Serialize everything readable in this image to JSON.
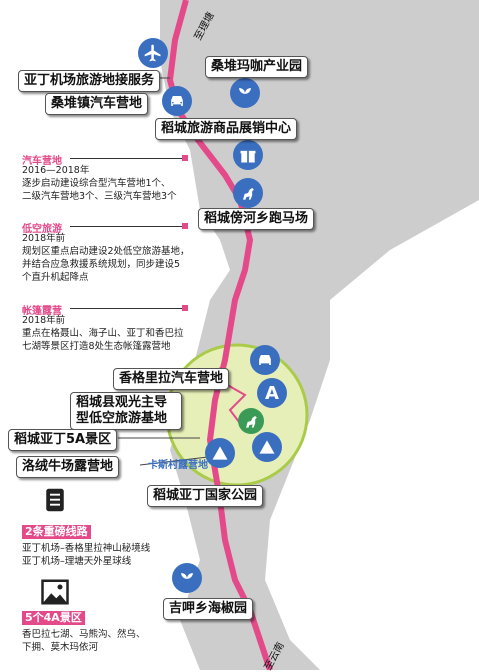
{
  "roads": {
    "north": "至理塘",
    "south": "至云南"
  },
  "places": {
    "airport_service": "亚丁机场旅游地接服务",
    "sangdui_camp": "桑堆镇汽车营地",
    "sangdui_coffee": "桑堆玛咖产业园",
    "daocheng_shop": "稻城旅游商品展销中心",
    "horse_track": "稻城傍河乡跑马场",
    "shangri_camp": "香格里拉汽车营地",
    "low_alt_base": "稻城县观光主导型低空旅游基地",
    "yading_5a": "稻城亚丁5A景区",
    "luoxu_camp": "洛绒牛场露营地",
    "kasi_camp": "卡斯村露营地",
    "yading_park": "稻城亚丁国家公园",
    "jiya_garden": "吉呷乡海椒园"
  },
  "info": {
    "car": {
      "title": "汽车营地",
      "text": "2016—2018年\n逐步启动建设综合型汽车营地1个、\n二级汽车营地3个、三级汽车营地3个"
    },
    "lowalt": {
      "title": "低空旅游",
      "text": "2018年前\n规划区重点启动建设2处低空旅游基地，\n并结合应急救援系统规划，同步建设5\n个直升机起降点"
    },
    "tent": {
      "title": "帐篷露营",
      "text": "2018年前\n重点在格聂山、海子山、亚丁和香巴拉\n七湖等景区打造8处生态帐篷露营地"
    }
  },
  "routes": {
    "title": "2条重磅线路",
    "text": "亚丁机场–香格里拉神山秘境线\n亚丁机场–理塘天外星球线"
  },
  "scenic": {
    "title": "5个4A景区",
    "text": "香巴拉七湖、马熊沟、然乌、\n下拥、莫木玛依河"
  },
  "icons": {
    "airport": "airplane-icon",
    "camp": "car-icon",
    "farm": "plant-icon",
    "shop": "gift-icon",
    "horse": "horse-icon",
    "low": "letter-a-icon",
    "tent": "tent-icon",
    "route": "scroll-icon",
    "scenic": "picture-icon"
  },
  "letter_a": "A",
  "colors": {
    "road": "#e44a8a",
    "terrain": "#cdcdcd",
    "park": "#e7efb8",
    "icon": "#3a6fc0",
    "pink": "#e44a8a"
  }
}
